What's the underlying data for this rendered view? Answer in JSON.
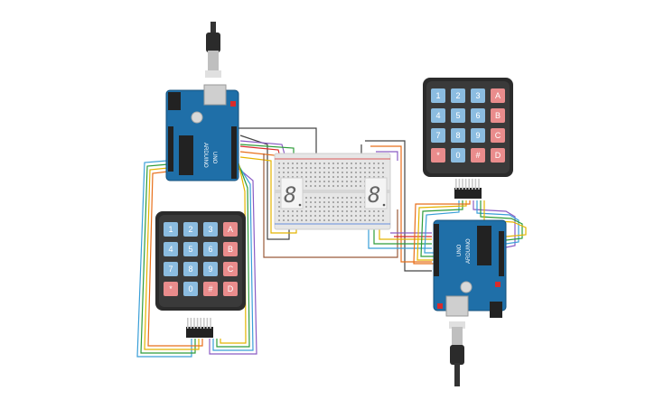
{
  "colors": {
    "arduino": "#1f6fa8",
    "arduino_dark": "#15507c",
    "keypad_frame": "#2b2b2b",
    "key_blue": "#8bbce0",
    "key_red": "#e98c8c",
    "breadboard": "#e9e9e9",
    "display": "#f2f2f2",
    "wire_colors": [
      "#e4b400",
      "#2e9c3a",
      "#8a5cc4",
      "#e86f1a",
      "#3a9fd8",
      "#d92b2b",
      "#444444"
    ]
  },
  "keypad_labels": [
    "1",
    "2",
    "3",
    "A",
    "4",
    "5",
    "6",
    "B",
    "7",
    "8",
    "9",
    "C",
    "*",
    "0",
    "#",
    "D"
  ],
  "displays": [
    {
      "digit": "8"
    },
    {
      "digit": "8"
    }
  ],
  "board_text": {
    "uno": "UNO",
    "brand": "ARDUINO"
  }
}
